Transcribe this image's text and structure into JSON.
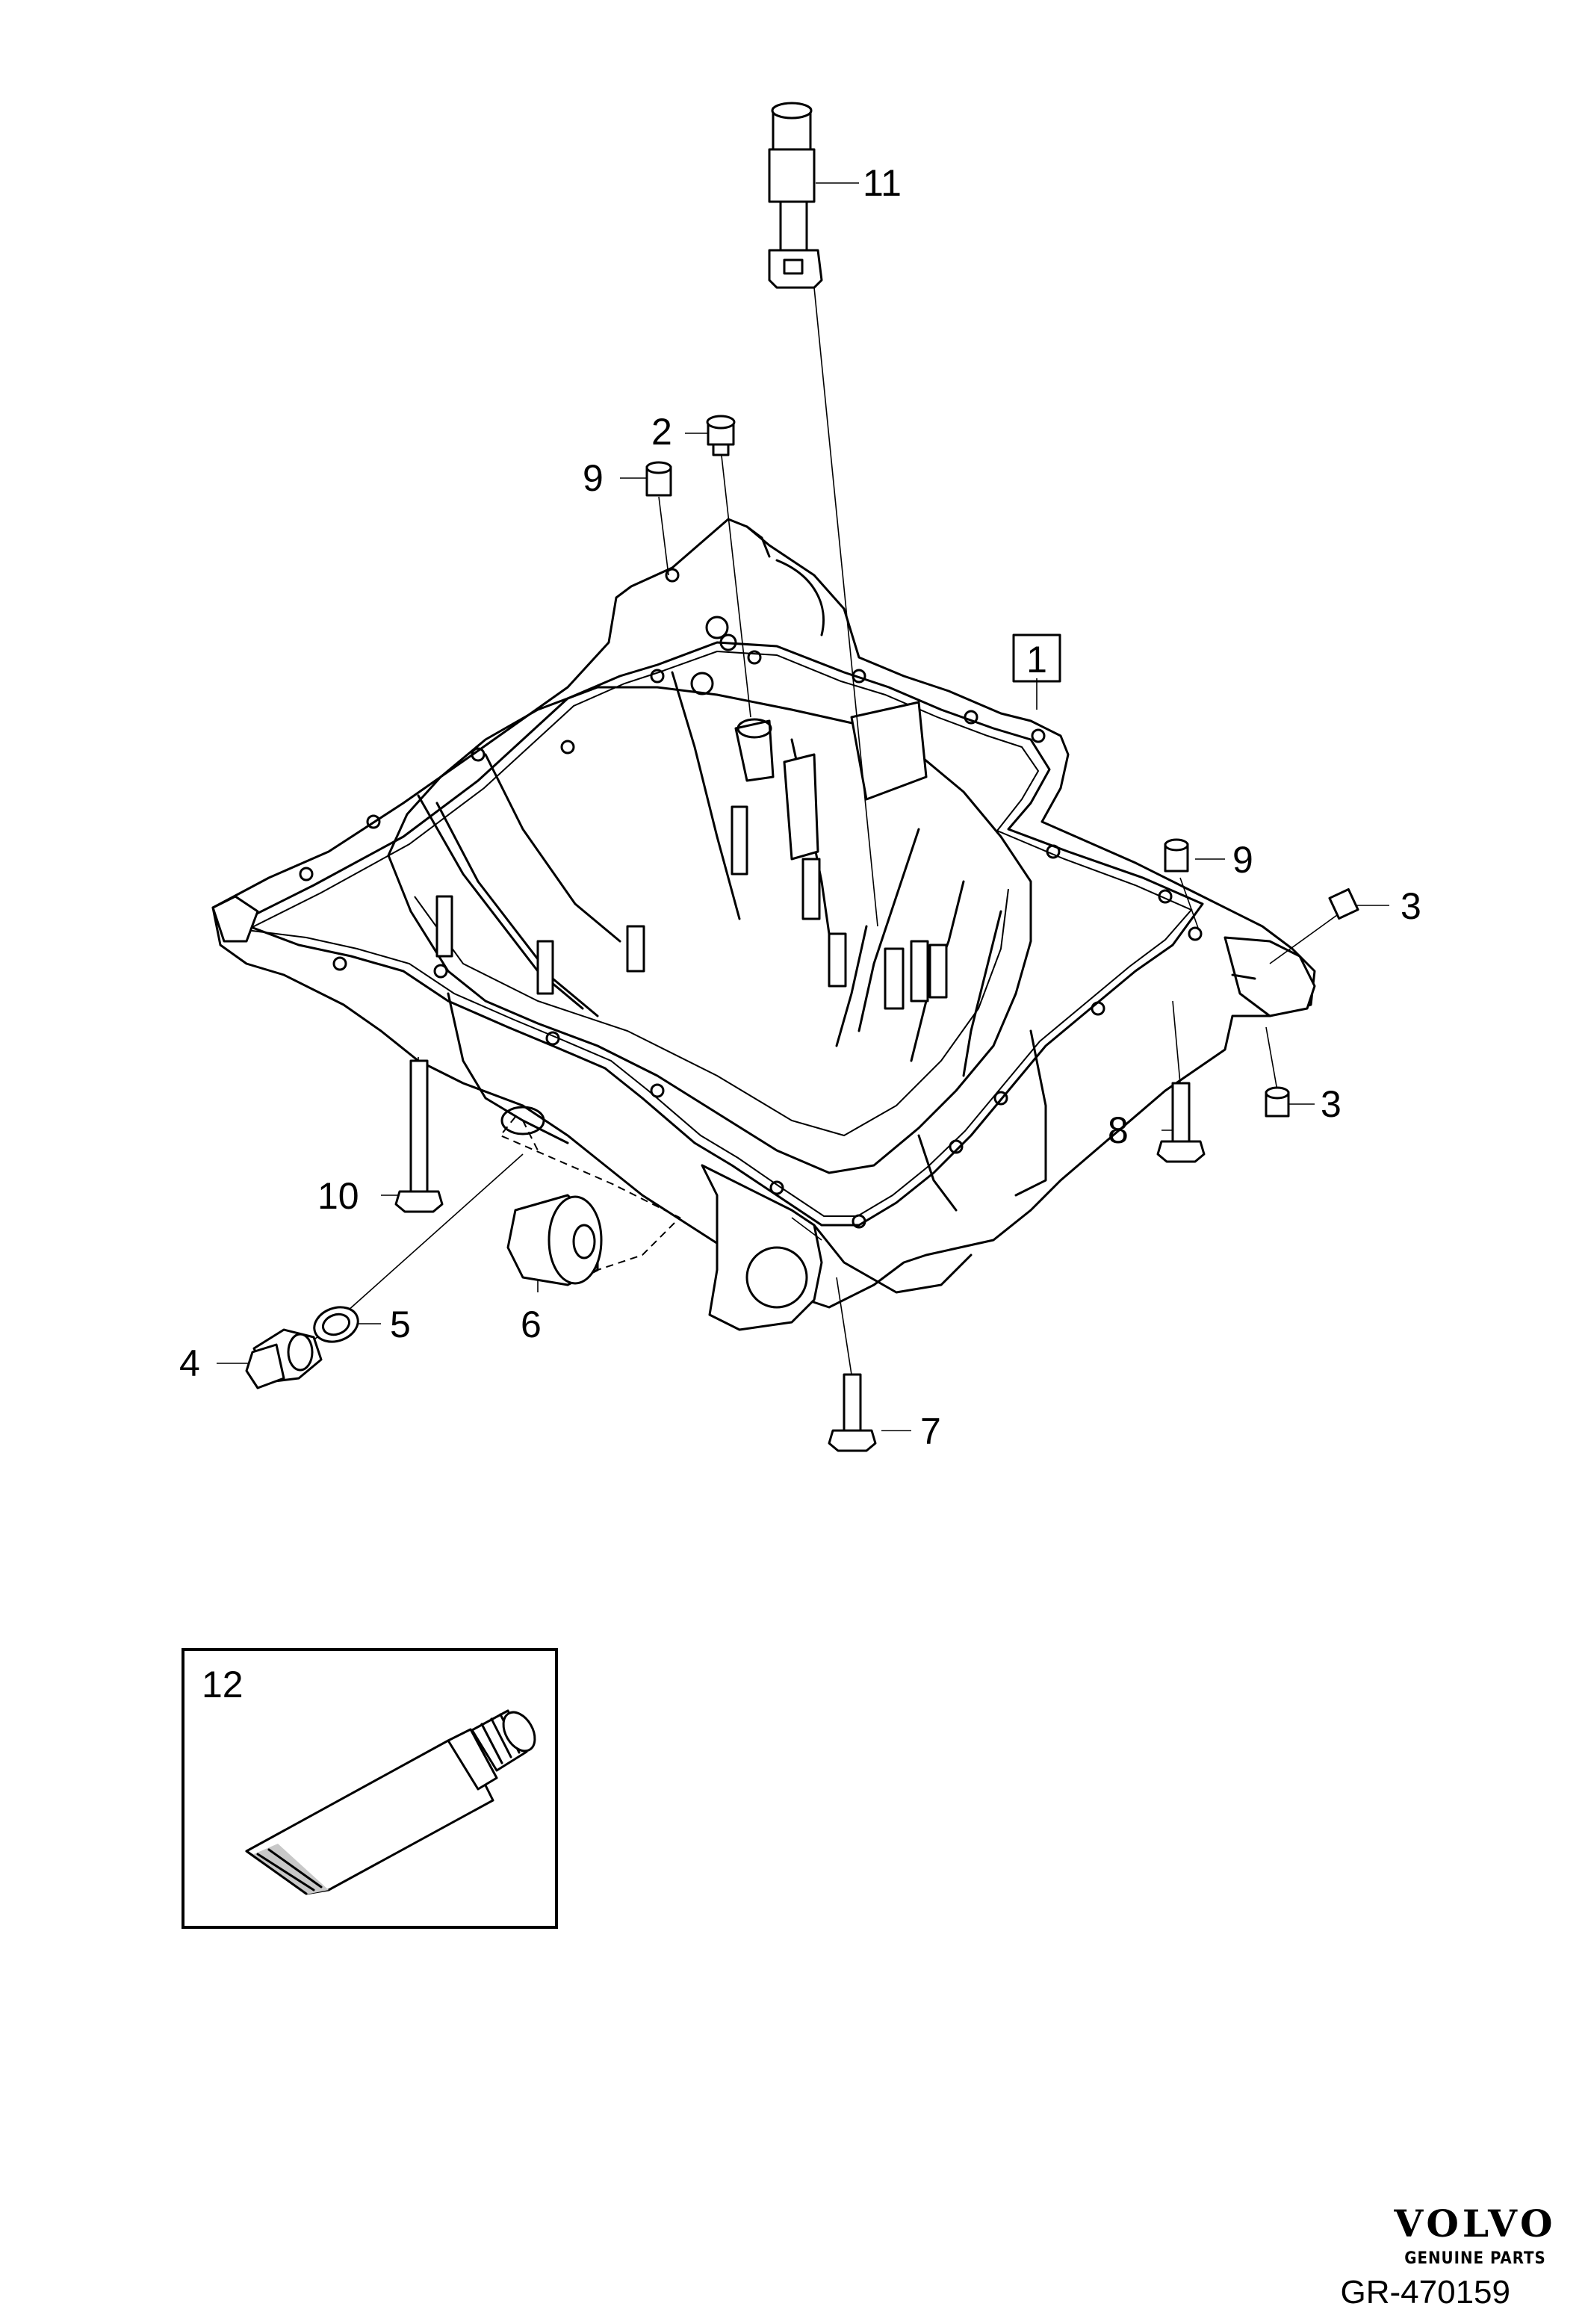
{
  "diagram": {
    "callouts": [
      {
        "id": "c1",
        "text": "1",
        "boxed": true
      },
      {
        "id": "c2",
        "text": "2"
      },
      {
        "id": "c3a",
        "text": "3"
      },
      {
        "id": "c3b",
        "text": "3"
      },
      {
        "id": "c4",
        "text": "4"
      },
      {
        "id": "c5",
        "text": "5"
      },
      {
        "id": "c6",
        "text": "6"
      },
      {
        "id": "c7",
        "text": "7"
      },
      {
        "id": "c8",
        "text": "8"
      },
      {
        "id": "c9a",
        "text": "9"
      },
      {
        "id": "c9b",
        "text": "9"
      },
      {
        "id": "c10",
        "text": "10"
      },
      {
        "id": "c11",
        "text": "11"
      },
      {
        "id": "c12",
        "text": "12"
      }
    ]
  },
  "brand": {
    "logo_text": "VOLVO",
    "logo_subtext": "GENUINE PARTS"
  },
  "document_id": "GR-470159"
}
